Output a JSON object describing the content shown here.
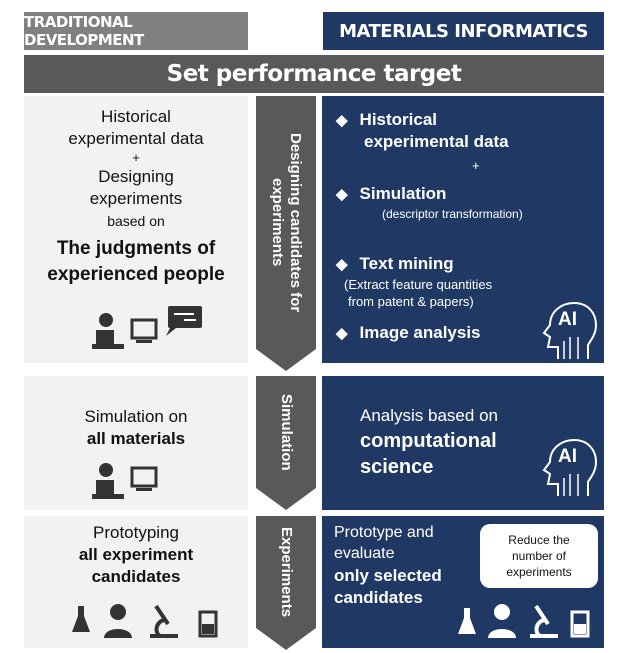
{
  "headers": {
    "traditional": "TRADITIONAL DEVELOPMENT",
    "mi": "MATERIALS INFORMATICS"
  },
  "banner": "Set performance target",
  "colors": {
    "navy": "#1f3864",
    "gray": "#808080",
    "dark": "#595959",
    "panel": "#f2f2f2"
  },
  "row1": {
    "left": {
      "l1": "Historical",
      "l2": "experimental data",
      "plus": "+",
      "l3": "Designing",
      "l4": "experiments",
      "l5": "based on",
      "bold1": "The judgments of",
      "bold2": "experienced people"
    },
    "arrow": [
      "Designing candidates for",
      "experiments"
    ],
    "right": {
      "item1a": "Historical",
      "item1b": "experimental data",
      "plus": "+",
      "item2": "Simulation",
      "item2sub": "(descriptor transformation)",
      "item3": "Text mining",
      "item3sub1": "(Extract feature quantities",
      "item3sub2": "from patent & papers)",
      "item4": "Image analysis",
      "ai": "AI"
    }
  },
  "row2": {
    "left": {
      "l1": "Simulation on",
      "bold": "all materials"
    },
    "arrow": "Simulation",
    "right": {
      "l1": "Analysis based on",
      "bold1": "computational",
      "bold2": "science",
      "ai": "AI"
    }
  },
  "row3": {
    "left": {
      "l1": "Prototyping",
      "bold1": "all experiment",
      "bold2": "candidates"
    },
    "arrow": "Experiments",
    "right": {
      "l1": "Prototype and",
      "l2": "evaluate",
      "bold1": "only selected",
      "bold2": "candidates",
      "bubble": [
        "Reduce the",
        "number of",
        "experiments"
      ]
    }
  }
}
